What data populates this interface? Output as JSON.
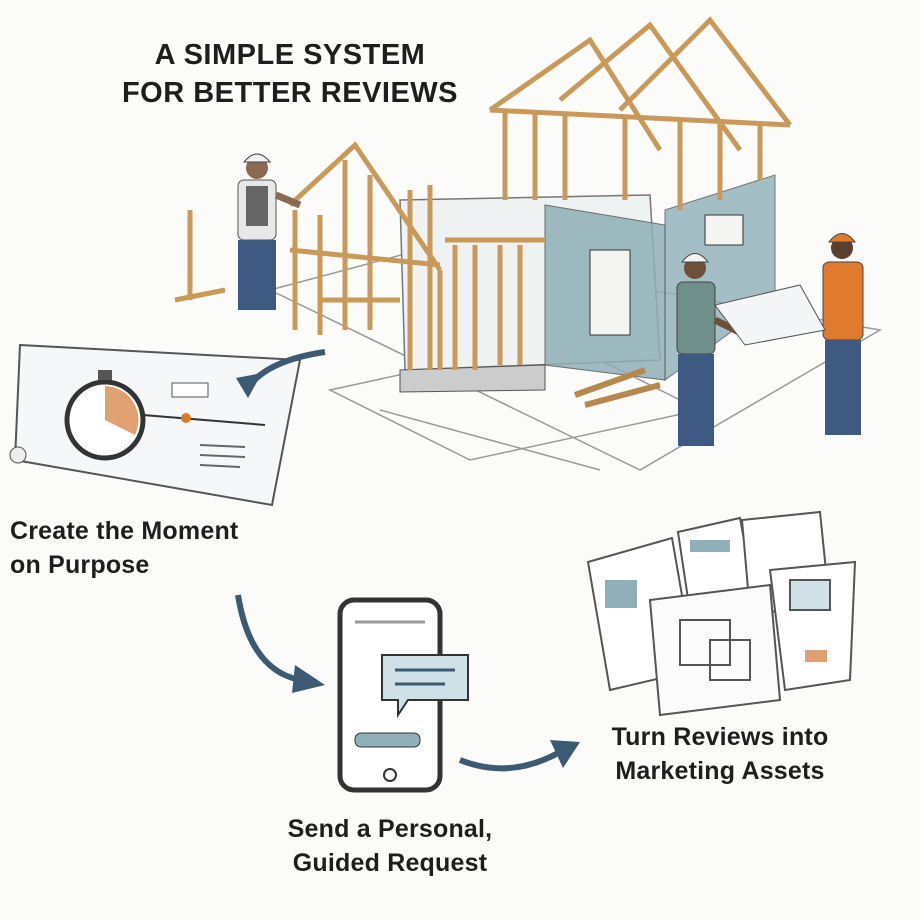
{
  "title": {
    "line1": "A SIMPLE SYSTEM",
    "line2": "FOR BETTER REVIEWS"
  },
  "steps": [
    {
      "line1": "Create the Moment",
      "line2": "on Purpose"
    },
    {
      "line1": "Send a Personal,",
      "line2": "Guided Request"
    },
    {
      "line1": "Turn Reviews into",
      "line2": "Marketing Assets"
    }
  ],
  "colors": {
    "wood": "#c9995a",
    "wall": "#8fb0b8",
    "arrow": "#3d5a73",
    "vest": "#e07a2c",
    "shirt": "#6f8f8a",
    "jeans": "#3f5a82"
  }
}
